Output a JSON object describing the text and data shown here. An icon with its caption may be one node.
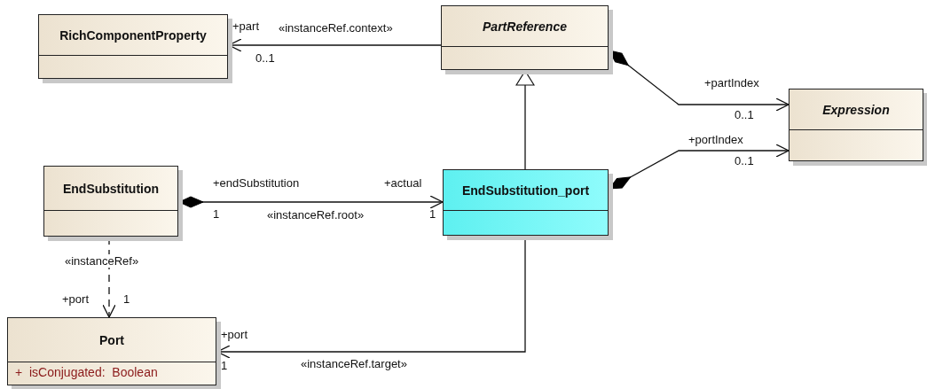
{
  "diagram": {
    "nodes": [
      {
        "text": [
          "RichComponentProperty"
        ]
      },
      {
        "text": [
          "PartReference"
        ]
      },
      {
        "text": [
          "Expression"
        ]
      },
      {
        "text": [
          "EndSubstitution"
        ]
      },
      {
        "text": [
          "EndSubstitution_port"
        ]
      },
      {
        "text": [
          "Port",
          "+ isConjugated: Boolean"
        ]
      }
    ],
    "edges": [
      {
        "from": 1,
        "to": 0,
        "arrow": "to",
        "label": "«instanceRef.context»"
      },
      {
        "from": 4,
        "to": 1,
        "arrow": "to"
      },
      {
        "from": 1,
        "to": 2,
        "arrow": "to"
      },
      {
        "from": 4,
        "to": 2,
        "arrow": "to"
      },
      {
        "from": 3,
        "to": 4,
        "arrow": "to",
        "label": "«instanceRef.root»"
      },
      {
        "from": 3,
        "to": 5,
        "arrow": "to",
        "label": "«instanceRef»",
        "style": "dashed"
      },
      {
        "from": 4,
        "to": 5,
        "arrow": "to",
        "label": "«instanceRef.target»"
      }
    ],
    "labels": [
      "+part",
      "0..1",
      "+partIndex",
      "0..1",
      "+portIndex",
      "0..1",
      "+endSubstitution",
      "+actual",
      "1",
      "1",
      "+port",
      "1",
      "+port",
      "1"
    ]
  }
}
